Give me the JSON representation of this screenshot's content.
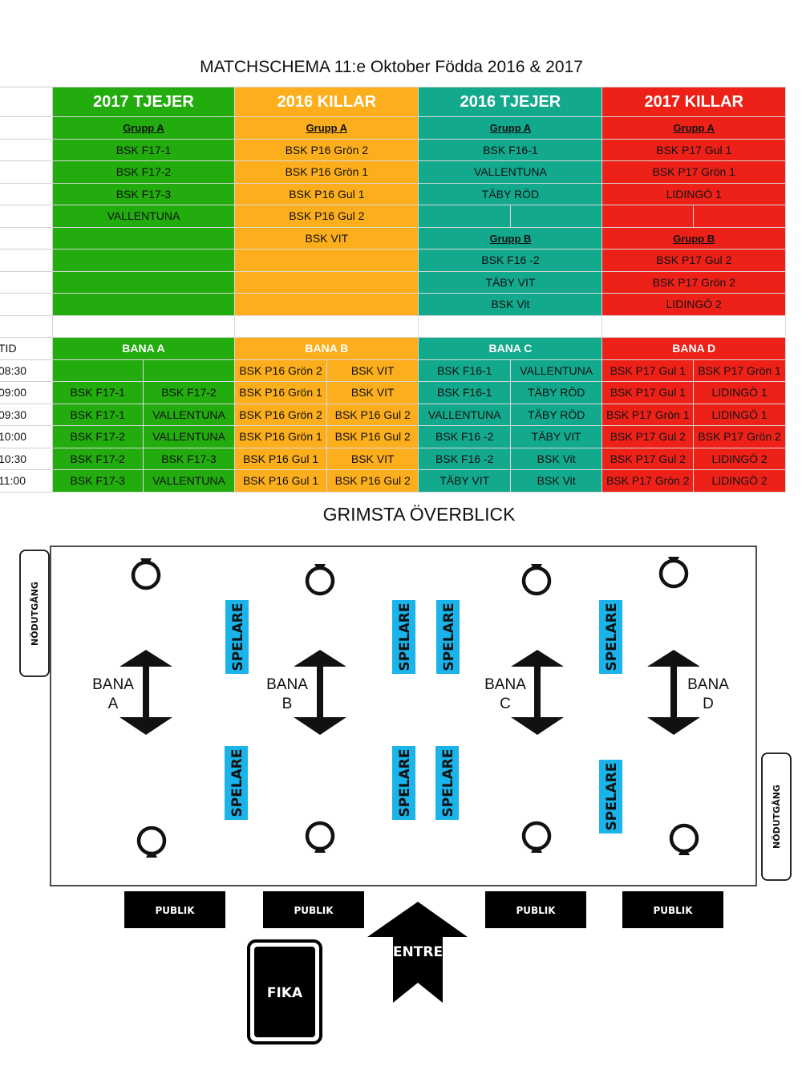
{
  "title": "MATCHSCHEMA 11:e Oktober Födda 2016 & 2017",
  "colors": {
    "green": "#22ac0e",
    "orange": "#fcae1c",
    "teal": "#12a98c",
    "red": "#ee2119",
    "spelare": "#1ab4ea"
  },
  "groups_table": {
    "headers": [
      "2017 TJEJER",
      "2016 KILLAR",
      "2016 TJEJER",
      "2017 KILLAR"
    ],
    "grupp_a_label": "Grupp A",
    "grupp_b_label": "Grupp B",
    "tjejer_2017": [
      "BSK F17-1",
      "BSK F17-2",
      "BSK F17-3",
      "VALLENTUNA"
    ],
    "killar_2016": [
      "BSK P16 Grön 2",
      "BSK P16 Grön 1",
      "BSK P16 Gul 1",
      "BSK P16 Gul 2",
      "BSK VIT"
    ],
    "tjejer_2016_a": [
      "BSK F16-1",
      "VALLENTUNA",
      "TÄBY RÖD"
    ],
    "tjejer_2016_b": [
      "BSK F16 -2",
      "TÄBY VIT",
      "BSK Vit"
    ],
    "killar_2017_a": [
      "BSK P17 Gul 1",
      "BSK P17 Grön 1",
      "LIDINGÖ 1"
    ],
    "killar_2017_b": [
      "BSK P17 Gul 2",
      "BSK P17 Grön 2",
      "LIDINGÖ 2"
    ]
  },
  "schedule": {
    "time_header": "TID",
    "banor": [
      "BANA A",
      "BANA B",
      "BANA C",
      "BANA D"
    ],
    "rows": [
      {
        "time": "08:30",
        "matches": [
          [
            "",
            ""
          ],
          [
            "BSK P16 Grön 2",
            "BSK VIT"
          ],
          [
            "BSK F16-1",
            "VALLENTUNA"
          ],
          [
            "BSK P17 Gul 1",
            "BSK P17 Grön 1"
          ]
        ]
      },
      {
        "time": "09:00",
        "matches": [
          [
            "BSK F17-1",
            "BSK F17-2"
          ],
          [
            "BSK P16 Grön 1",
            "BSK VIT"
          ],
          [
            "BSK F16-1",
            "TÄBY RÖD"
          ],
          [
            "BSK P17 Gul 1",
            "LIDINGÖ 1"
          ]
        ]
      },
      {
        "time": "09:30",
        "matches": [
          [
            "BSK F17-1",
            "VALLENTUNA"
          ],
          [
            "BSK P16 Grön 2",
            "BSK P16 Gul 2"
          ],
          [
            "VALLENTUNA",
            "TÄBY RÖD"
          ],
          [
            "BSK P17 Grön 1",
            "LIDINGÖ 1"
          ]
        ]
      },
      {
        "time": "10:00",
        "matches": [
          [
            "BSK F17-2",
            "VALLENTUNA"
          ],
          [
            "BSK P16 Grön 1",
            "BSK P16 Gul 2"
          ],
          [
            "BSK F16 -2",
            "TÄBY VIT"
          ],
          [
            "BSK P17 Gul 2",
            "BSK P17 Grön 2"
          ]
        ]
      },
      {
        "time": "10:30",
        "matches": [
          [
            "BSK F17-2",
            "BSK F17-3"
          ],
          [
            "BSK P16 Gul 1",
            "BSK VIT"
          ],
          [
            "BSK F16 -2",
            "BSK Vit"
          ],
          [
            "BSK P17 Gul 2",
            "LIDINGÖ 2"
          ]
        ]
      },
      {
        "time": "11:00",
        "matches": [
          [
            "BSK F17-3",
            "VALLENTUNA"
          ],
          [
            "BSK P16 Gul 1",
            "BSK P16 Gul 2"
          ],
          [
            "TÄBY VIT",
            "BSK Vit"
          ],
          [
            "BSK P17 Grön 2",
            "LIDINGÖ 2"
          ]
        ]
      }
    ]
  },
  "overview": {
    "title": "GRIMSTA ÖVERBLICK",
    "emergency_exit": "NÖDUTGÅNG",
    "spelare": "SPELARE",
    "bana_word": "BANA",
    "bana_letters": [
      "A",
      "B",
      "C",
      "D"
    ],
    "publik": "PUBLIK",
    "entre": "ENTRE",
    "fika": "FIKA",
    "icons": [
      "goal-ring-icon",
      "double-arrow-icon"
    ]
  }
}
